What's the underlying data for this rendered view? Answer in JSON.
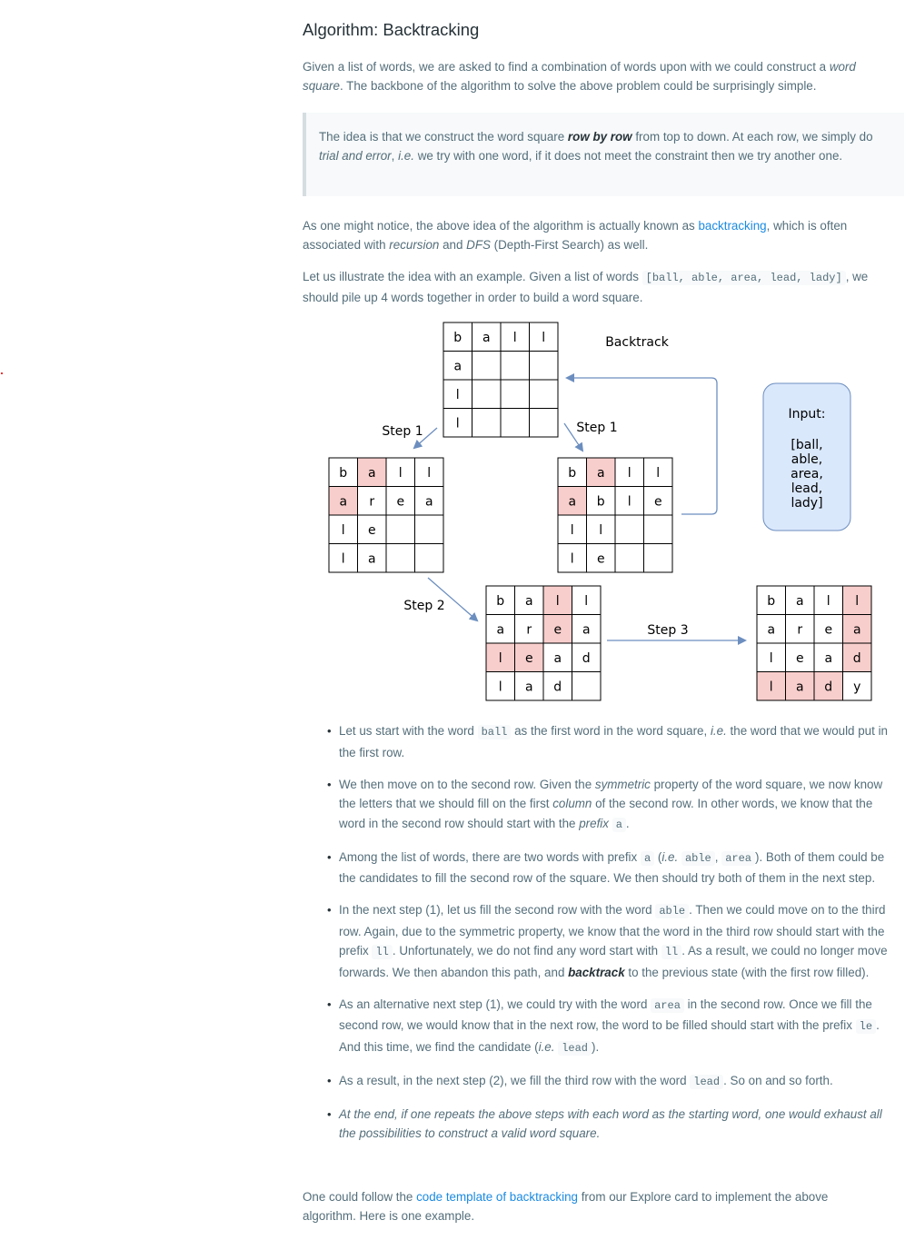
{
  "title": "Algorithm: Backtracking",
  "intro": {
    "t1": "Given a list of words, we are asked to find a combination of words upon with we could construct a ",
    "em1": "word square",
    "t2": ". The backbone of the algorithm to solve the above problem could be surprisingly simple."
  },
  "quote": {
    "t1": "The idea is that we construct the word square ",
    "b1": "row by row",
    "t2": " from top to down. At each row, we simply do ",
    "em1": "trial and error",
    "t3": ", ",
    "em2": "i.e.",
    "t4": " we try with one word, if it does not meet the constraint then we try another one."
  },
  "notice": {
    "t1": "As one might notice, the above idea of the algorithm is actually known as ",
    "link": "backtracking",
    "t2": ", which is often associated with ",
    "em1": "recursion",
    "t3": " and ",
    "em2": "DFS",
    "t4": " (Depth-First Search) as well."
  },
  "example": {
    "t1": "Let us illustrate the idea with an example. Given a list of words ",
    "code": "[ball, able, area, lead, lady]",
    "t2": ", we should pile up 4 words together in order to build a word square."
  },
  "diagram": {
    "labels": {
      "backtrack": "Backtrack",
      "step1_left": "Step 1",
      "step1_right": "Step 1",
      "step2": "Step 2",
      "step3": "Step 3",
      "input_title": "Input:",
      "input_lines": [
        "[ball,",
        "able,",
        "area,",
        "lead,",
        "lady]"
      ]
    },
    "grids": [
      {
        "rows": [
          "ball",
          "a   ",
          "l   ",
          "l   "
        ],
        "highlight": []
      },
      {
        "rows": [
          "ball",
          "area",
          "le  ",
          "la  "
        ],
        "highlight": [
          [
            0,
            1
          ],
          [
            1,
            0
          ]
        ]
      },
      {
        "rows": [
          "ball",
          "able",
          "ll  ",
          "le  "
        ],
        "highlight": [
          [
            0,
            1
          ],
          [
            1,
            0
          ]
        ]
      },
      {
        "rows": [
          "ball",
          "area",
          "lead",
          "lad "
        ],
        "highlight": [
          [
            0,
            2
          ],
          [
            1,
            2
          ],
          [
            2,
            0
          ],
          [
            2,
            1
          ]
        ]
      },
      {
        "rows": [
          "ball",
          "area",
          "lead",
          "lady"
        ],
        "highlight": [
          [
            0,
            3
          ],
          [
            1,
            3
          ],
          [
            2,
            3
          ],
          [
            3,
            0
          ],
          [
            3,
            1
          ],
          [
            3,
            2
          ]
        ]
      }
    ],
    "colors": {
      "highlight": "#f8cecc",
      "input_box": "#dae8fc",
      "input_border": "#6c8ebf",
      "arrow": "#6c8ebf"
    }
  },
  "bullets": {
    "b1": {
      "t1": "Let us start with the word ",
      "c1": "ball",
      "t2": " as the first word in the word square, ",
      "e1": "i.e.",
      "t3": " the word that we would put in the first row."
    },
    "b2": {
      "t1": "We then move on to the second row. Given the ",
      "e1": "symmetric",
      "t2": " property of the word square, we now know the letters that we should fill on the first ",
      "e2": "column",
      "t3": " of the second row. In other words, we know that the word in the second row should start with the ",
      "e3": "prefix",
      "t4": " ",
      "c1": "a",
      "t5": "."
    },
    "b3": {
      "t1": "Among the list of words, there are two words with prefix ",
      "c1": "a",
      "t2": " (",
      "e1": "i.e.",
      "t3": " ",
      "c2": "able",
      "t4": ", ",
      "c3": "area",
      "t5": "). Both of them could be the candidates to fill the second row of the square. We then should try both of them in the next step."
    },
    "b4": {
      "t1": "In the next step (1), let us fill the second row with the word ",
      "c1": "able",
      "t2": ". Then we could move on to the third row. Again, due to the symmetric property, we know that the word in the third row should start with the prefix ",
      "c2": "ll",
      "t3": ". Unfortunately, we do not find any word start with ",
      "c3": "ll",
      "t4": ". As a result, we could no longer move forwards. We then abandon this path, and ",
      "b1": "backtrack",
      "t5": " to the previous state (with the first row filled)."
    },
    "b5": {
      "t1": "As an alternative next step (1), we could try with the word ",
      "c1": "area",
      "t2": " in the second row. Once we fill the second row, we would know that in the next row, the word to be filled should start with the prefix ",
      "c2": "le",
      "t3": ". And this time, we find the candidate (",
      "e1": "i.e.",
      "t4": " ",
      "c3": "lead",
      "t5": ")."
    },
    "b6": {
      "t1": "As a result, in the next step (2), we fill the third row with the word ",
      "c1": "lead",
      "t2": ". So on and so forth."
    },
    "b7": {
      "e1": "At the end, if one repeats the above steps with each word as the starting word, one would exhaust all the possibilities to construct a valid word square."
    }
  },
  "outro": {
    "t1": "One could follow the ",
    "link": "code template of backtracking",
    "t2": " from our Explore card to implement the above algorithm. Here is one example."
  }
}
